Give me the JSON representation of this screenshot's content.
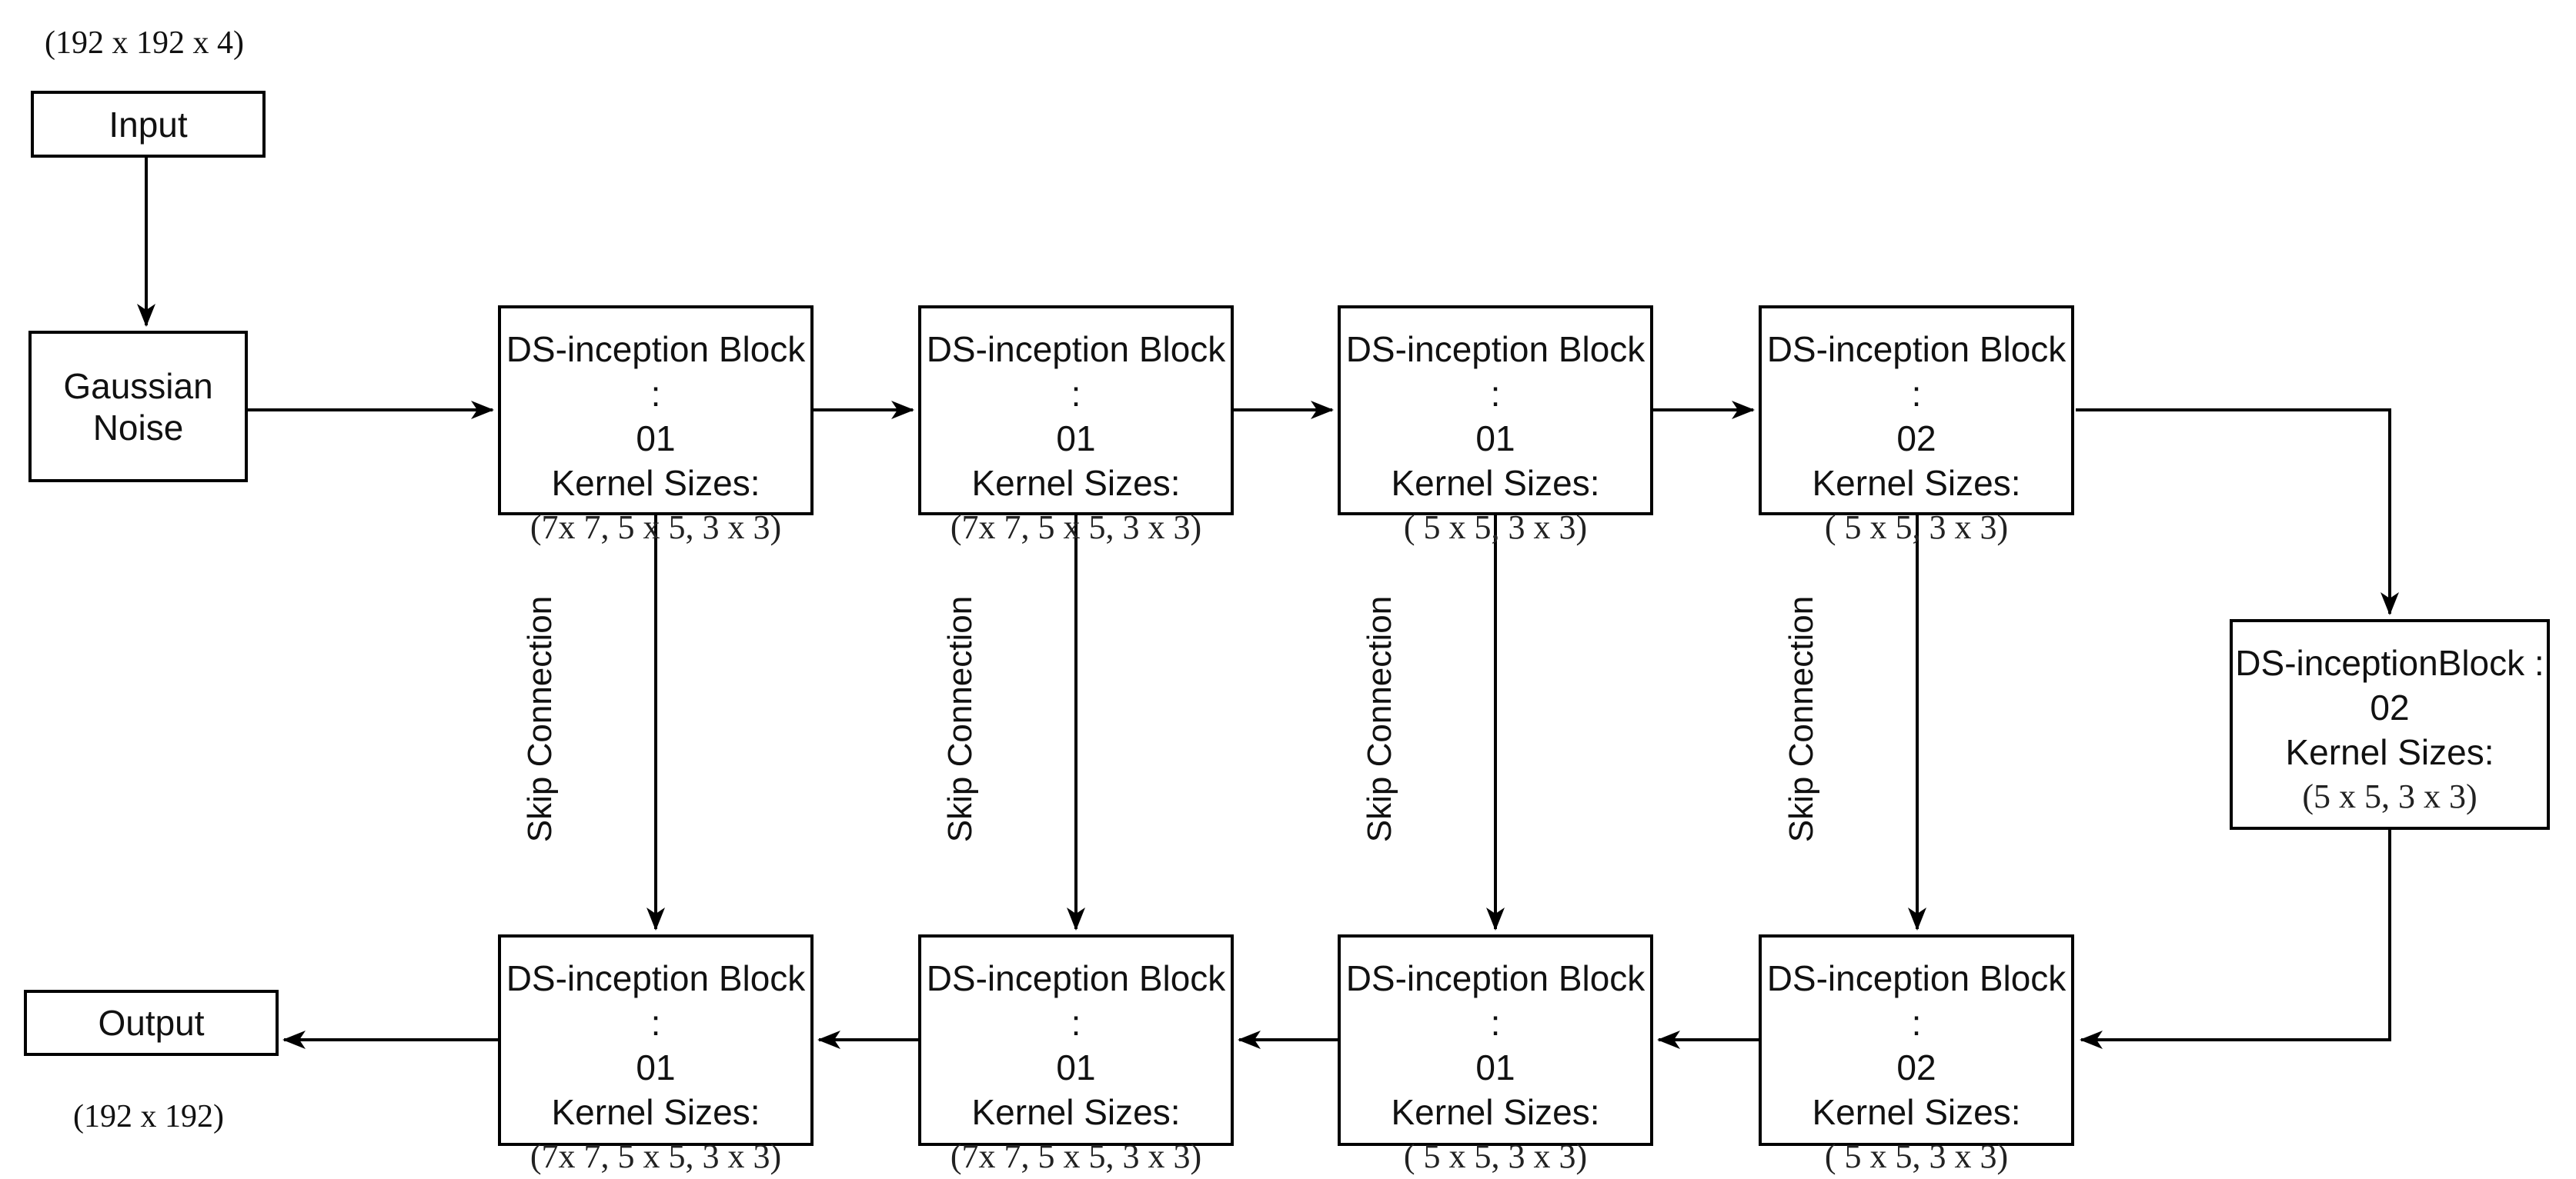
{
  "diagram": {
    "input_dims": "(192 x 192 x 4)",
    "output_dims": "(192 x 192)",
    "input_title": "Input",
    "gaussian_title": "Gaussian Noise",
    "output_title": "Output",
    "skip_label": "Skip Connection",
    "nodes": {
      "enc1": {
        "title": "DS-inception Block :",
        "number": "01",
        "kernel_heading": "Kernel Sizes:",
        "kernels": "(7x 7, 5 x 5, 3 x 3)"
      },
      "enc2": {
        "title": "DS-inception Block :",
        "number": "01",
        "kernel_heading": "Kernel Sizes:",
        "kernels": "(7x 7, 5 x 5, 3 x 3)"
      },
      "enc3": {
        "title": "DS-inception Block :",
        "number": "01",
        "kernel_heading": "Kernel Sizes:",
        "kernels": "( 5 x 5, 3 x 3)"
      },
      "enc4": {
        "title": "DS-inception Block :",
        "number": "02",
        "kernel_heading": "Kernel Sizes:",
        "kernels": "( 5 x 5, 3 x 3)"
      },
      "bottleneck": {
        "title": "DS-inceptionBlock :",
        "number": "02",
        "kernel_heading": "Kernel Sizes:",
        "kernels": "(5 x 5, 3 x 3)"
      },
      "dec4": {
        "title": "DS-inception Block :",
        "number": "02",
        "kernel_heading": "Kernel Sizes:",
        "kernels": "( 5 x 5, 3 x 3)"
      },
      "dec3": {
        "title": "DS-inception Block :",
        "number": "01",
        "kernel_heading": "Kernel Sizes:",
        "kernels": "( 5 x 5, 3 x 3)"
      },
      "dec2": {
        "title": "DS-inception Block :",
        "number": "01",
        "kernel_heading": "Kernel Sizes:",
        "kernels": "(7x 7, 5 x 5, 3 x 3)"
      },
      "dec1": {
        "title": "DS-inception Block :",
        "number": "01",
        "kernel_heading": "Kernel Sizes:",
        "kernels": "(7x 7, 5 x 5, 3 x 3)"
      }
    }
  }
}
